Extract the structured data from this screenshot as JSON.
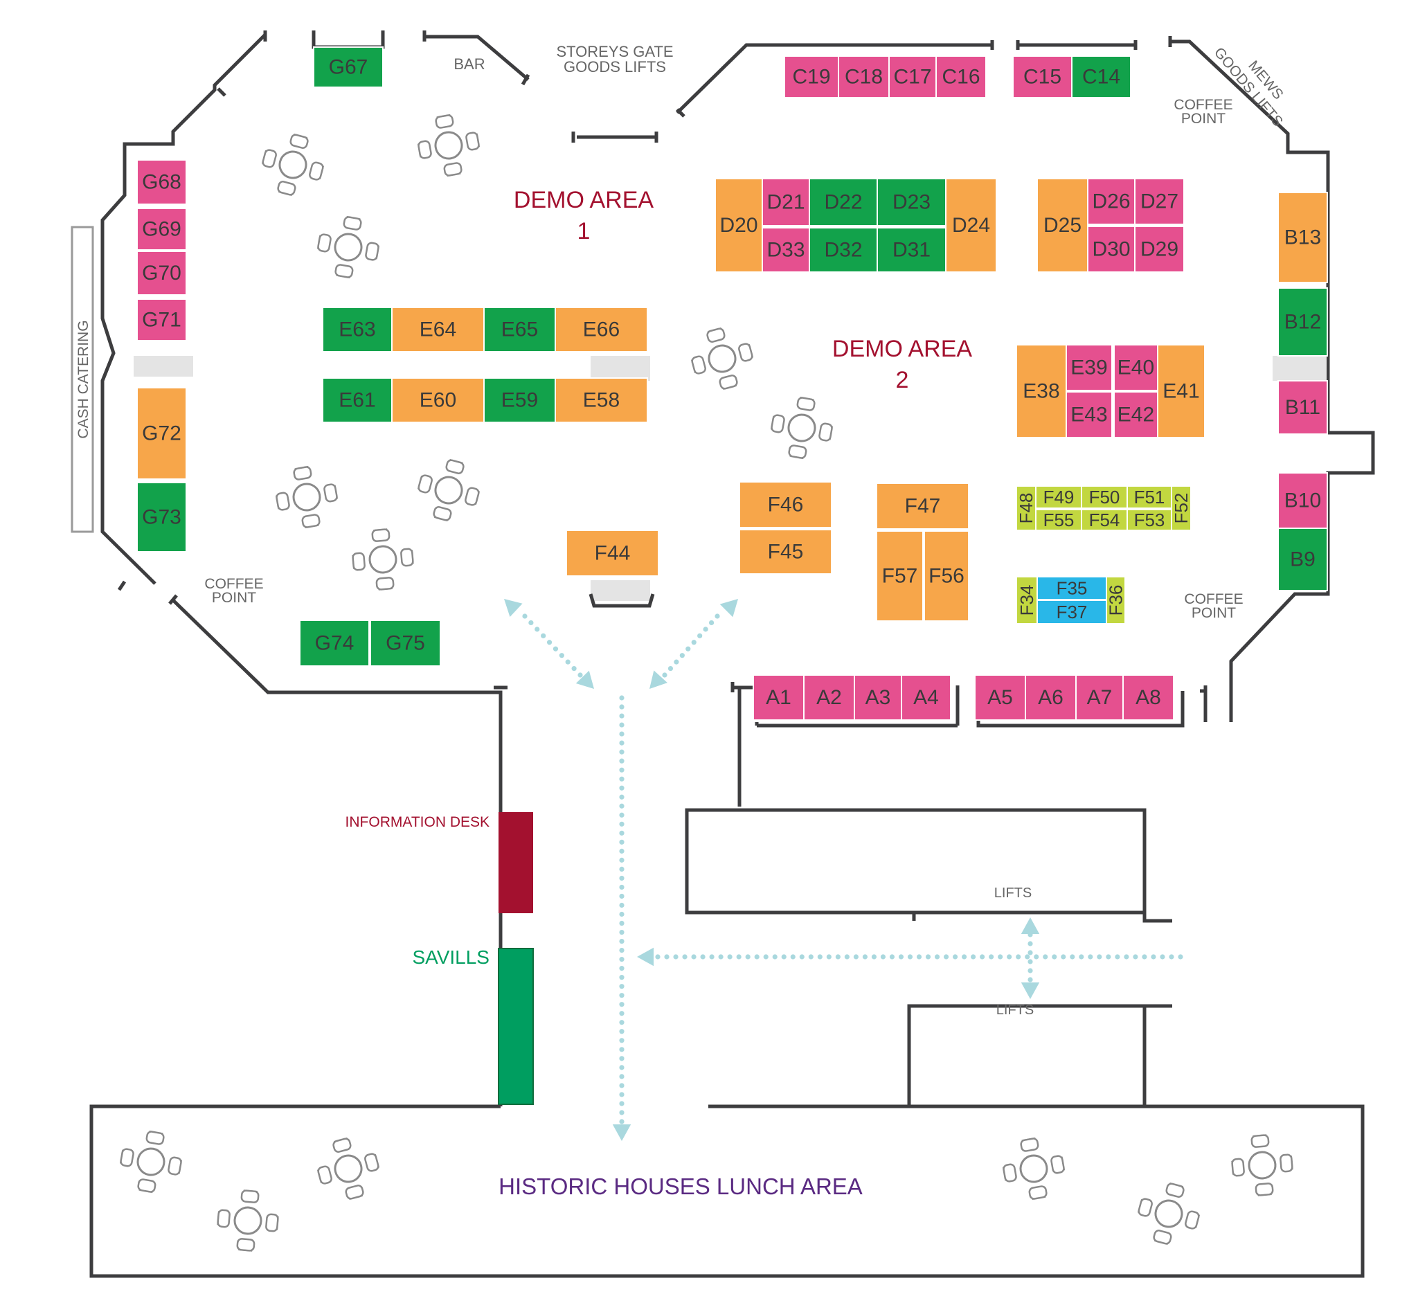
{
  "colors": {
    "pink": "#e5508f",
    "orange": "#f7a64a",
    "green": "#12a24b",
    "lime": "#c2d740",
    "blue": "#29b7e8",
    "maroon": "#a3112f",
    "savills_green": "#009e60",
    "wall": "#3d3d3f",
    "arrow": "#a9d8de",
    "gray_block": "#e4e4e4",
    "demo_text": "#a3112f",
    "lunch_text": "#5a2a82",
    "label_gray": "#666666"
  },
  "labels": {
    "demo1_line1": "DEMO AREA",
    "demo1_line2": "1",
    "demo2_line1": "DEMO AREA",
    "demo2_line2": "2",
    "bar": "BAR",
    "storeys_line1": "STOREYS GATE",
    "storeys_line2": "GOODS LIFTS",
    "mews_line1": "MEWS",
    "mews_line2": "GOODS LIFTS",
    "coffee_tr_1": "COFFEE",
    "coffee_tr_2": "POINT",
    "coffee_r_1": "COFFEE",
    "coffee_r_2": "POINT",
    "coffee_l_1": "COFFEE",
    "coffee_l_2": "POINT",
    "cash_catering": "CASH CATERING",
    "information_desk": "INFORMATION DESK",
    "savills": "SAVILLS",
    "lifts_upper": "LIFTS",
    "lifts_lower": "LIFTS",
    "lunch_area": "HISTORIC HOUSES LUNCH AREA"
  },
  "stands": [
    {
      "id": "G67",
      "color": "green"
    },
    {
      "id": "C19",
      "color": "pink"
    },
    {
      "id": "C18",
      "color": "pink"
    },
    {
      "id": "C17",
      "color": "pink"
    },
    {
      "id": "C16",
      "color": "pink"
    },
    {
      "id": "C15",
      "color": "pink"
    },
    {
      "id": "C14",
      "color": "green"
    },
    {
      "id": "G68",
      "color": "pink"
    },
    {
      "id": "G69",
      "color": "pink"
    },
    {
      "id": "G70",
      "color": "pink"
    },
    {
      "id": "G71",
      "color": "pink"
    },
    {
      "id": "G72",
      "color": "orange"
    },
    {
      "id": "G73",
      "color": "green"
    },
    {
      "id": "D20",
      "color": "orange"
    },
    {
      "id": "D21",
      "color": "pink"
    },
    {
      "id": "D22",
      "color": "green"
    },
    {
      "id": "D23",
      "color": "green"
    },
    {
      "id": "D24",
      "color": "orange"
    },
    {
      "id": "D33",
      "color": "pink"
    },
    {
      "id": "D32",
      "color": "green"
    },
    {
      "id": "D31",
      "color": "green"
    },
    {
      "id": "D25",
      "color": "orange"
    },
    {
      "id": "D26",
      "color": "pink"
    },
    {
      "id": "D27",
      "color": "pink"
    },
    {
      "id": "D30",
      "color": "pink"
    },
    {
      "id": "D29",
      "color": "pink"
    },
    {
      "id": "B13",
      "color": "orange"
    },
    {
      "id": "B12",
      "color": "green"
    },
    {
      "id": "B11",
      "color": "pink"
    },
    {
      "id": "B10",
      "color": "pink"
    },
    {
      "id": "B9",
      "color": "green"
    },
    {
      "id": "E63",
      "color": "green"
    },
    {
      "id": "E64",
      "color": "orange"
    },
    {
      "id": "E65",
      "color": "green"
    },
    {
      "id": "E66",
      "color": "orange"
    },
    {
      "id": "E61",
      "color": "green"
    },
    {
      "id": "E60",
      "color": "orange"
    },
    {
      "id": "E59",
      "color": "green"
    },
    {
      "id": "E58",
      "color": "orange"
    },
    {
      "id": "E38",
      "color": "orange"
    },
    {
      "id": "E39",
      "color": "pink"
    },
    {
      "id": "E40",
      "color": "pink"
    },
    {
      "id": "E41",
      "color": "orange"
    },
    {
      "id": "E43",
      "color": "pink"
    },
    {
      "id": "E42",
      "color": "pink"
    },
    {
      "id": "F46",
      "color": "orange"
    },
    {
      "id": "F45",
      "color": "orange"
    },
    {
      "id": "F47",
      "color": "orange"
    },
    {
      "id": "F57",
      "color": "orange"
    },
    {
      "id": "F56",
      "color": "orange"
    },
    {
      "id": "F44",
      "color": "orange"
    },
    {
      "id": "F48",
      "color": "lime"
    },
    {
      "id": "F49",
      "color": "lime"
    },
    {
      "id": "F50",
      "color": "lime"
    },
    {
      "id": "F51",
      "color": "lime"
    },
    {
      "id": "F52",
      "color": "lime"
    },
    {
      "id": "F55",
      "color": "lime"
    },
    {
      "id": "F54",
      "color": "lime"
    },
    {
      "id": "F53",
      "color": "lime"
    },
    {
      "id": "F34",
      "color": "lime"
    },
    {
      "id": "F35",
      "color": "blue"
    },
    {
      "id": "F37",
      "color": "blue"
    },
    {
      "id": "F36",
      "color": "lime"
    },
    {
      "id": "G74",
      "color": "green"
    },
    {
      "id": "G75",
      "color": "green"
    },
    {
      "id": "A1",
      "color": "pink"
    },
    {
      "id": "A2",
      "color": "pink"
    },
    {
      "id": "A3",
      "color": "pink"
    },
    {
      "id": "A4",
      "color": "pink"
    },
    {
      "id": "A5",
      "color": "pink"
    },
    {
      "id": "A6",
      "color": "pink"
    },
    {
      "id": "A7",
      "color": "pink"
    },
    {
      "id": "A8",
      "color": "pink"
    }
  ],
  "icons": {
    "table": "table-with-chairs-icon",
    "arrow": "dotted-direction-arrow-icon"
  }
}
